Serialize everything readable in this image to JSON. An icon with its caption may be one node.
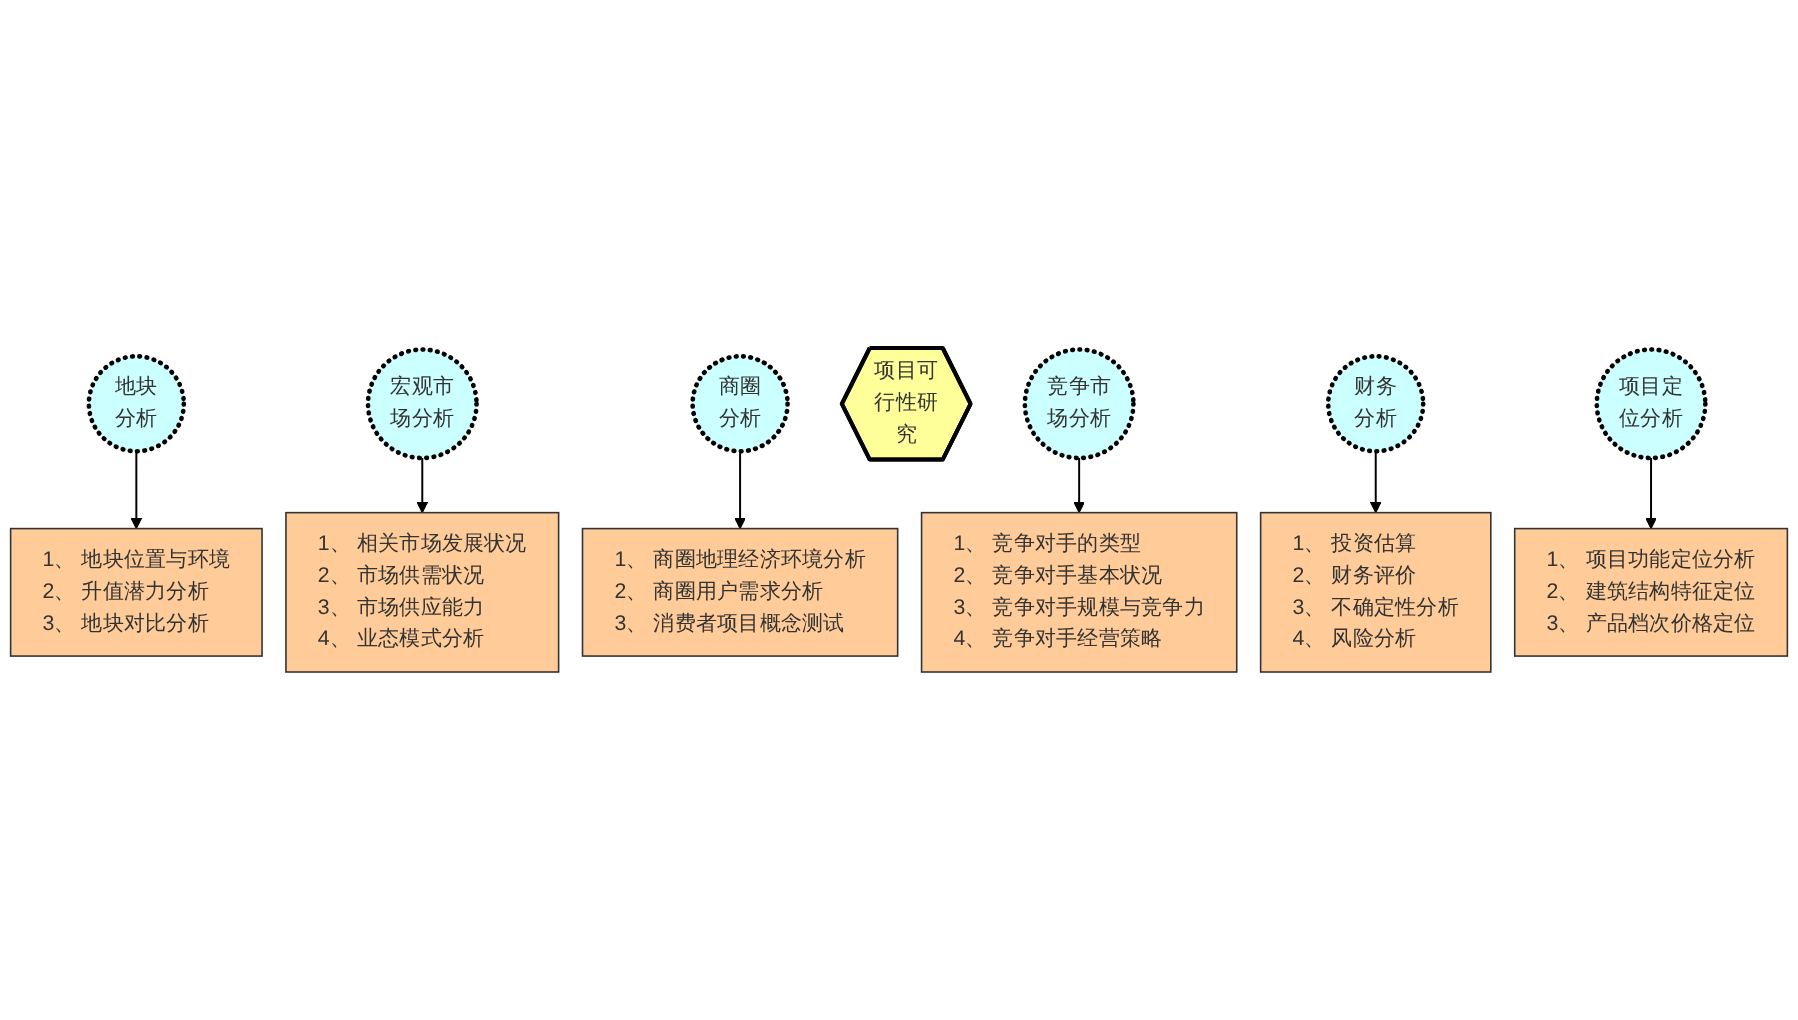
{
  "diagram": {
    "nodes": [
      {
        "text": [
          "项目可行性研究"
        ]
      },
      {
        "text": [
          "地块分析"
        ]
      },
      {
        "text": [
          "1、 地块位置与环境",
          "2、 升值潜力分析",
          "3、 地块对比分析"
        ]
      },
      {
        "text": [
          "宏观市场分析"
        ]
      },
      {
        "text": [
          "1、 相关市场发展状况",
          "2、 市场供需状况",
          "3、 市场供应能力",
          "4、 业态模式分析"
        ]
      },
      {
        "text": [
          "商圈分析"
        ]
      },
      {
        "text": [
          "1、 商圈地理经济环境分析",
          "2、 商圈用户需求分析",
          "3、 消费者项目概念测试"
        ]
      },
      {
        "text": [
          "竞争市场分析"
        ]
      },
      {
        "text": [
          "1、 竞争对手的类型",
          "2、 竞争对手基本状况",
          "3、 竞争对手规模与竞争力",
          "4、 竞争对手经营策略"
        ]
      },
      {
        "text": [
          "财务分析"
        ]
      },
      {
        "text": [
          "1、 投资估算",
          "2、 财务评价",
          "3、 不确定性分析",
          "4、 风险分析"
        ]
      },
      {
        "text": [
          "项目定位分析"
        ]
      },
      {
        "text": [
          "1、 项目功能定位分析",
          "2、 建筑结构特征定位",
          "3、 产品档次价格定位"
        ]
      }
    ],
    "edges": [
      {
        "from": 1,
        "to": 2,
        "arrow": "to"
      },
      {
        "from": 3,
        "to": 4,
        "arrow": "to"
      },
      {
        "from": 5,
        "to": 6,
        "arrow": "to"
      },
      {
        "from": 7,
        "to": 8,
        "arrow": "to"
      },
      {
        "from": 9,
        "to": 10,
        "arrow": "to"
      },
      {
        "from": 11,
        "to": 12,
        "arrow": "to"
      }
    ]
  }
}
